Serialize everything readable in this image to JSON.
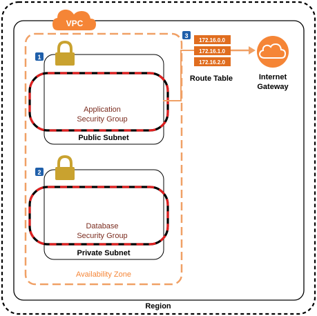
{
  "vpc": {
    "label": "VPC"
  },
  "region": {
    "label": "Region"
  },
  "availability_zone": {
    "label": "Availability Zone"
  },
  "public_subnet": {
    "label": "Public Subnet",
    "badge": "1"
  },
  "private_subnet": {
    "label": "Private Subnet",
    "badge": "2"
  },
  "app_security_group": {
    "line1": "Application",
    "line2": "Security Group"
  },
  "db_security_group": {
    "line1": "Database",
    "line2": "Security Group"
  },
  "route_table": {
    "label": "Route Table",
    "badge": "3",
    "routes": [
      "172.16.0.0",
      "172.16.1.0",
      "172.16.2.0"
    ]
  },
  "internet_gateway": {
    "line1": "Internet",
    "line2": "Gateway"
  },
  "colors": {
    "aws_orange": "#f58536",
    "dark_orange": "#e06d1f",
    "lock_gold": "#c9a22f",
    "badge_blue": "#1f5faa",
    "sg_red": "#e02020",
    "sg_text": "#7a2b1e",
    "az_text": "#f58536"
  }
}
